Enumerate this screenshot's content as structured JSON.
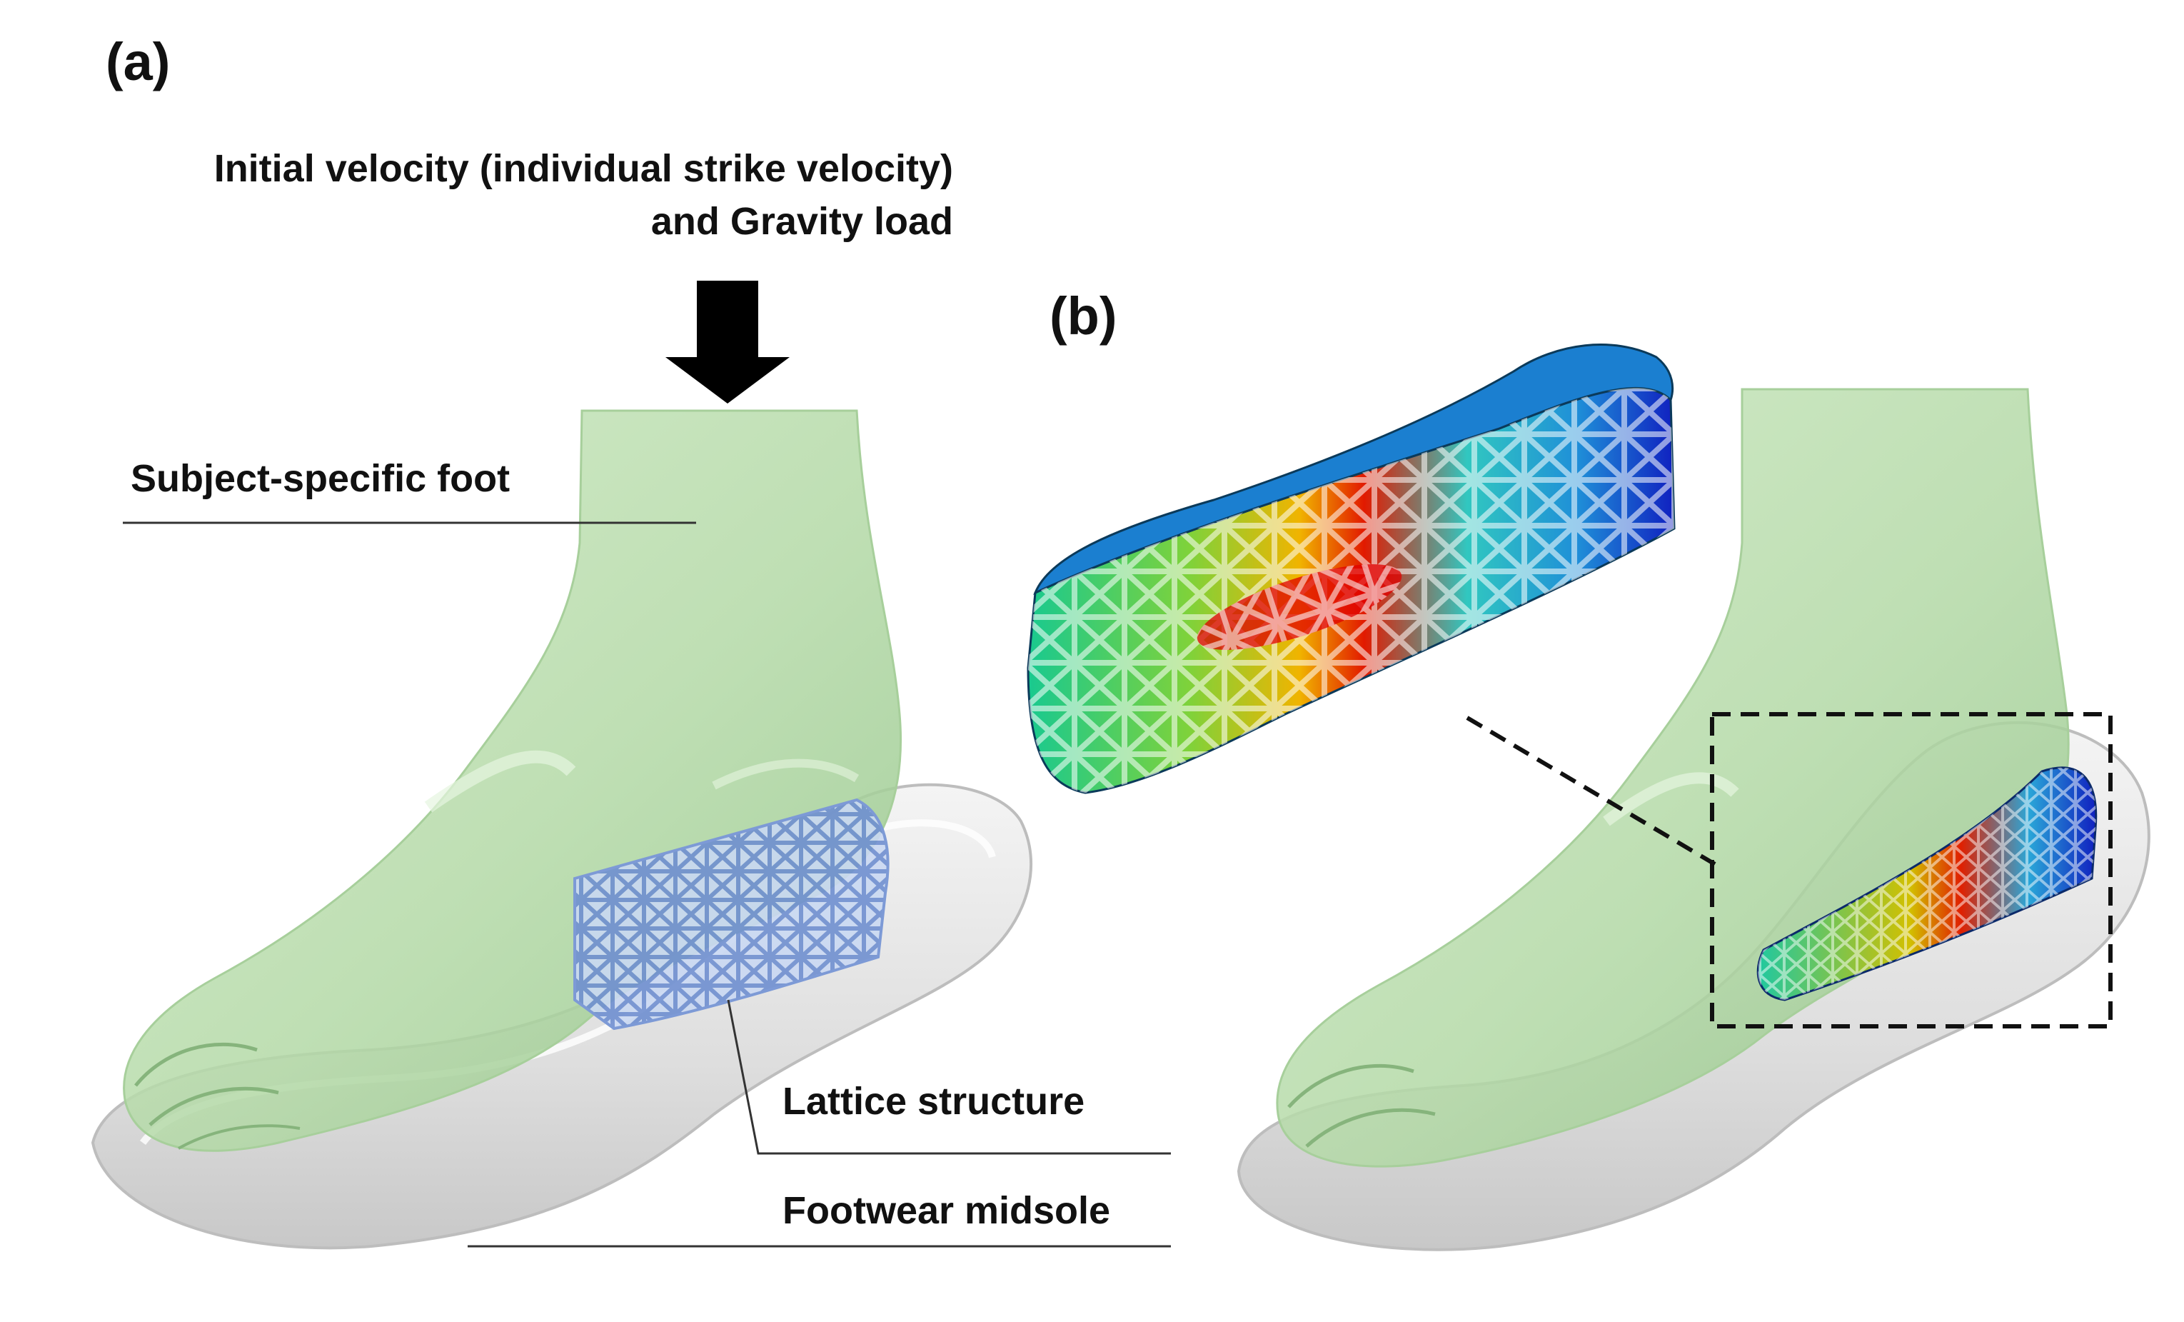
{
  "panel_a": {
    "label": "(a)",
    "load_label_line1": "Initial velocity (individual strike velocity)",
    "load_label_line2": "and Gravity load",
    "callout_foot": "Subject-specific foot",
    "callout_lattice": "Lattice structure",
    "callout_midsole": "Footwear midsole"
  },
  "panel_b": {
    "label": "(b)"
  },
  "colors": {
    "foot": "#b9dcad",
    "foot_shadow": "#8fbf86",
    "midsole": "#e6e6e6",
    "midsole_edge": "#c4c4c4",
    "lattice_a": "#9bb7e6",
    "arrow": "#000000",
    "contour_low": "#0010c8",
    "contour_mid": "#20c8b0",
    "contour_high": "#e00000"
  },
  "icons": {
    "load_arrow": "arrow-down-icon",
    "lattice": "lattice-grid-icon",
    "contour_lattice": "stress-contour-lattice-icon",
    "zoom_box": "dashed-zoom-box-icon"
  }
}
